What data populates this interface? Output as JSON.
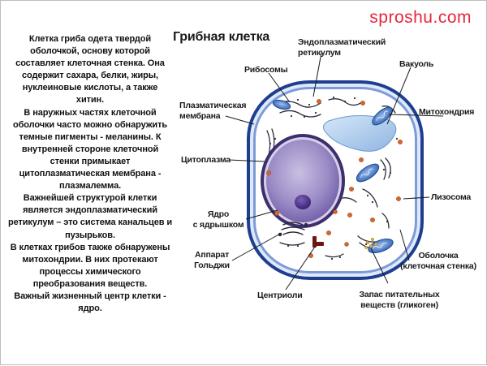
{
  "title": "Грибная клетка",
  "watermark": "sproshu.com",
  "description": [
    "Клетка гриба одета твердой",
    "оболочкой, основу которой",
    "составляет клеточная стенка. Она",
    "содержит сахара, белки, жиры,",
    "нуклеиновые кислоты, а также",
    "хитин.",
    "В наружных частях клеточной",
    "оболочки часто можно обнаружить",
    "темные пигменты - меланины. К",
    "внутренней стороне клеточной",
    "стенки примыкает",
    "цитоплазматическая мембрана -",
    "плазмалемма.",
    "Важнейшей структурой клетки",
    "является эндоплазматический",
    "ретикулум – это система канальцев и",
    "пузырьков.",
    "В клетках грибов также обнаружены",
    "митохондрии. В них протекают",
    "процессы химического",
    "преобразования веществ.",
    "Важный жизненный центр клетки -",
    "ядро."
  ],
  "labels": {
    "er": [
      "Эндоплазматический",
      "ретикулум"
    ],
    "ribosomes": [
      "Рибосомы"
    ],
    "vacuole": [
      "Вакуоль"
    ],
    "plasma_membrane": [
      "Плазматическая",
      "мембрана"
    ],
    "mitochondrion": [
      "Митохондрия"
    ],
    "cytoplasm": [
      "Цитоплазма"
    ],
    "lysosome": [
      "Лизосома"
    ],
    "nucleus": [
      "Ядро",
      "с ядрышком"
    ],
    "golgi": [
      "Аппарат",
      "Гольджи"
    ],
    "wall": [
      "Оболочка",
      "(клеточная стенка)"
    ],
    "centrioles": [
      "Центриоли"
    ],
    "glycogen": [
      "Запас питательных",
      "веществ (гликоген)"
    ]
  },
  "colors": {
    "wall_outer": "#1d3f8f",
    "wall_fill": "#dfe9fb",
    "cytoplasm": "#ffffff",
    "nucleus": "#8a77b8",
    "nucleolus": "#4a2f86",
    "vacuole": "#a9c9ec",
    "mitochondrion": "#3a6fbd",
    "lysosome": "#d9682a",
    "centriole": "#6e1616",
    "glycogen": "#e2b13c",
    "watermark": "#e8263b"
  }
}
